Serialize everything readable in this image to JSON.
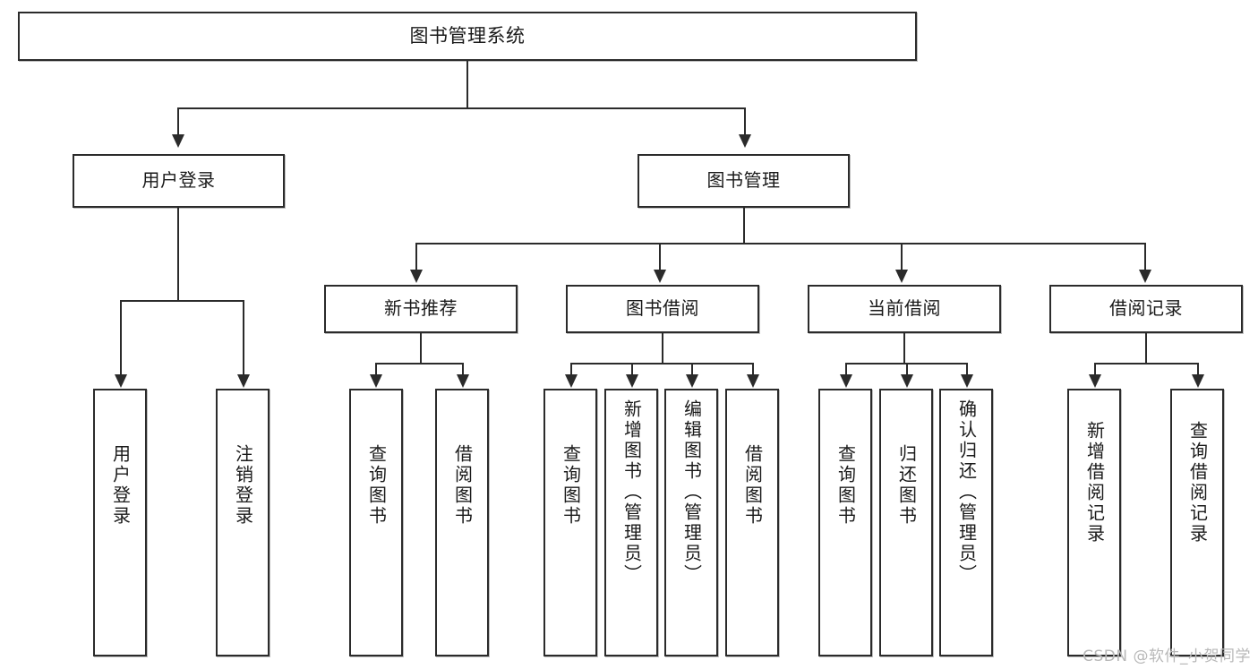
{
  "diagram": {
    "type": "tree",
    "title": "图书管理系统",
    "root": {
      "label": "图书管理系统"
    },
    "level2": [
      {
        "id": "user-login",
        "label": "用户登录"
      },
      {
        "id": "book-manage",
        "label": "图书管理"
      }
    ],
    "level3": [
      {
        "id": "new-book-recommend",
        "label": "新书推荐"
      },
      {
        "id": "book-borrow",
        "label": "图书借阅"
      },
      {
        "id": "current-borrow",
        "label": "当前借阅"
      },
      {
        "id": "borrow-record",
        "label": "借阅记录"
      }
    ],
    "leaves": {
      "user_login": [
        {
          "id": "leaf-user-login",
          "label": "用户登录"
        },
        {
          "id": "leaf-logout",
          "label": "注销登录"
        }
      ],
      "new_book_recommend": [
        {
          "id": "leaf-query-book-1",
          "label": "查询图书"
        },
        {
          "id": "leaf-borrow-book-1",
          "label": "借阅图书"
        }
      ],
      "book_borrow": [
        {
          "id": "leaf-query-book-2",
          "label": "查询图书"
        },
        {
          "id": "leaf-add-book",
          "label": "新增图书（管理员）"
        },
        {
          "id": "leaf-edit-book",
          "label": "编辑图书（管理员）"
        },
        {
          "id": "leaf-borrow-book-2",
          "label": "借阅图书"
        }
      ],
      "current_borrow": [
        {
          "id": "leaf-query-book-3",
          "label": "查询图书"
        },
        {
          "id": "leaf-return-book",
          "label": "归还图书"
        },
        {
          "id": "leaf-confirm-return",
          "label": "确认归还（管理员）"
        }
      ],
      "borrow_record": [
        {
          "id": "leaf-add-record",
          "label": "新增借阅记录"
        },
        {
          "id": "leaf-query-record",
          "label": "查询借阅记录"
        }
      ]
    }
  },
  "watermark": {
    "text": "CSDN @软件_小贺同学"
  },
  "colors": {
    "line": "#2b2b2b",
    "box_fill": "#ffffff",
    "text": "#1a1a1a",
    "watermark": "#b8b8b8"
  }
}
